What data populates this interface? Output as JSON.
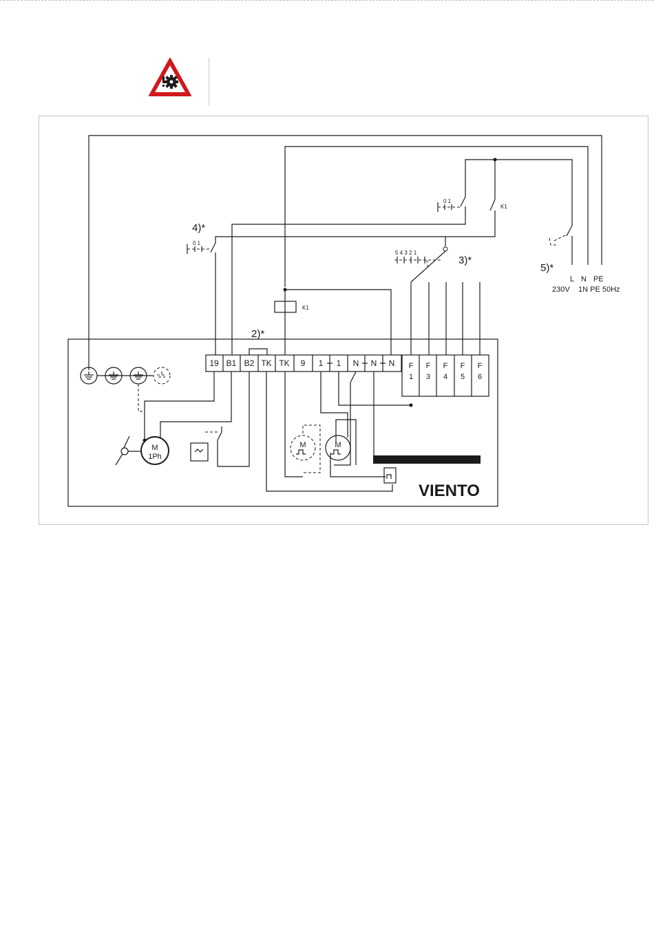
{
  "warning_icon": {
    "name": "gear-warning-icon",
    "color": "#d0181c"
  },
  "brand": "VIENTO",
  "notes": {
    "n2": "2)*",
    "n3": "3)*",
    "n4": "4)*",
    "n5": "5)*"
  },
  "supply": {
    "labels_top": [
      "L",
      "N",
      "PE"
    ],
    "labels_bottom": [
      "230V",
      "1N PE 50Hz"
    ]
  },
  "relay": {
    "coil_label": "K1",
    "contact_label": "K1"
  },
  "switch_positions": {
    "speed_selector": "5 4 3 2 1",
    "two_pos": "0 1",
    "two_pos_b": "0 1"
  },
  "terminals": [
    "19",
    "B1",
    "B2",
    "TK",
    "TK",
    "9",
    "1",
    "1",
    "N",
    "N",
    "N"
  ],
  "speed_terminals": [
    {
      "top": "F",
      "bottom": "1"
    },
    {
      "top": "F",
      "bottom": "3"
    },
    {
      "top": "F",
      "bottom": "4"
    },
    {
      "top": "F",
      "bottom": "5"
    },
    {
      "top": "F",
      "bottom": "6"
    }
  ],
  "motor": {
    "letter": "M",
    "phase": "1Ph"
  },
  "aux_motor_letter": "M",
  "aux_motor2_letter": "M"
}
